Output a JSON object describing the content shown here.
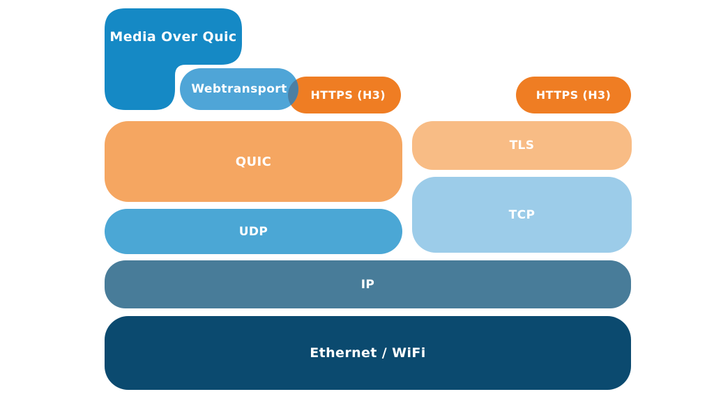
{
  "background": "#FFFFFF",
  "colors": {
    "moq_blue": "#1589C5",
    "webtransport_blue": "#4FA5D7",
    "overlap_teal": "#4C7FA3",
    "https_orange": "#EF7D23",
    "quic_orange": "#F5A661",
    "tls_orange": "#F8BC85",
    "udp_blue": "#4BA7D5",
    "tcp_blue": "#9CCCE9",
    "ip_slate": "#487C99",
    "ethernet_navy": "#0B4A6F",
    "label_text": "#FFFFFF"
  },
  "diagram": {
    "type": "protocol-stack-comparison",
    "layers": {
      "media_over_quic": "Media Over Quic",
      "webtransport": "Webtransport",
      "https_h3_left": "HTTPS (H3)",
      "https_h3_right": "HTTPS (H3)",
      "quic": "QUIC",
      "udp": "UDP",
      "tls": "TLS",
      "tcp": "TCP",
      "ip": "IP",
      "ethernet_wifi": "Ethernet / WiFi"
    },
    "left_stack_order": [
      "Media Over Quic / Webtransport / HTTPS (H3)",
      "QUIC",
      "UDP",
      "IP",
      "Ethernet / WiFi"
    ],
    "right_stack_order": [
      "HTTPS (H3)",
      "TLS",
      "TCP",
      "IP",
      "Ethernet / WiFi"
    ]
  }
}
